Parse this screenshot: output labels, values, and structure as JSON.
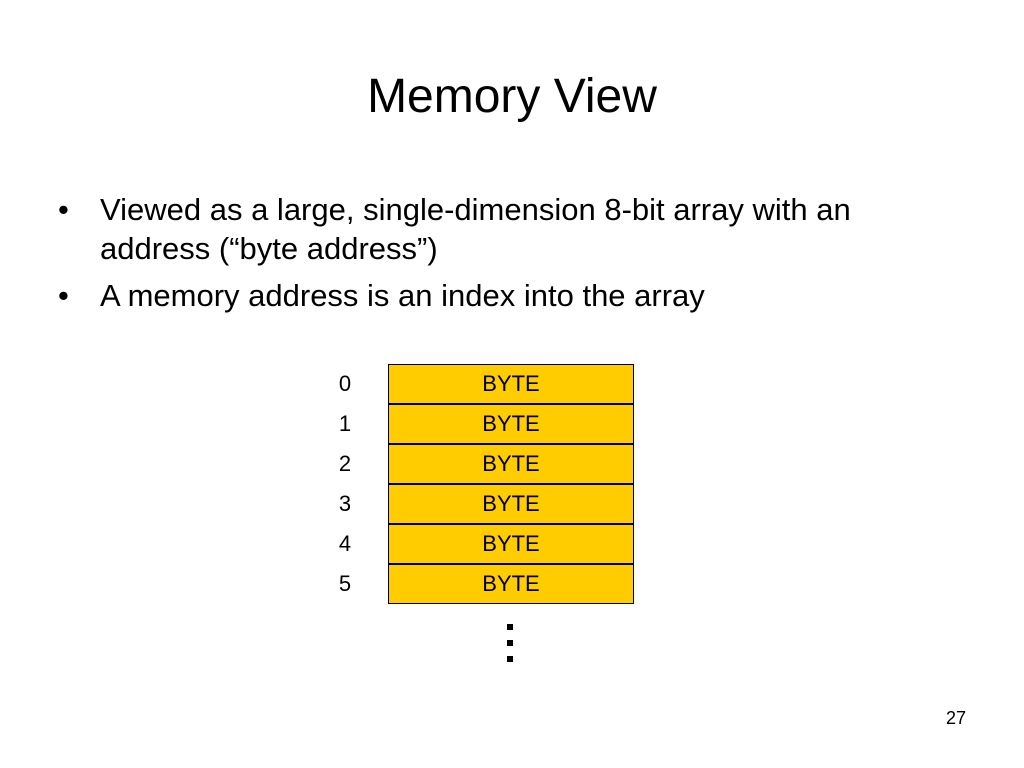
{
  "slide": {
    "title": "Memory View",
    "page_number": "27"
  },
  "bullets": [
    {
      "marker": "•",
      "text": "Viewed as a large, single-dimension 8-bit array with an address (“byte address”)"
    },
    {
      "marker": "•",
      "text": "A memory address is an index into the array"
    }
  ],
  "memory": {
    "cell_color": "#ffcc00",
    "rows": [
      {
        "address": "0",
        "content": "BYTE"
      },
      {
        "address": "1",
        "content": "BYTE"
      },
      {
        "address": "2",
        "content": "BYTE"
      },
      {
        "address": "3",
        "content": "BYTE"
      },
      {
        "address": "4",
        "content": "BYTE"
      },
      {
        "address": "5",
        "content": "BYTE"
      }
    ],
    "continuation": "vertical-ellipsis"
  }
}
